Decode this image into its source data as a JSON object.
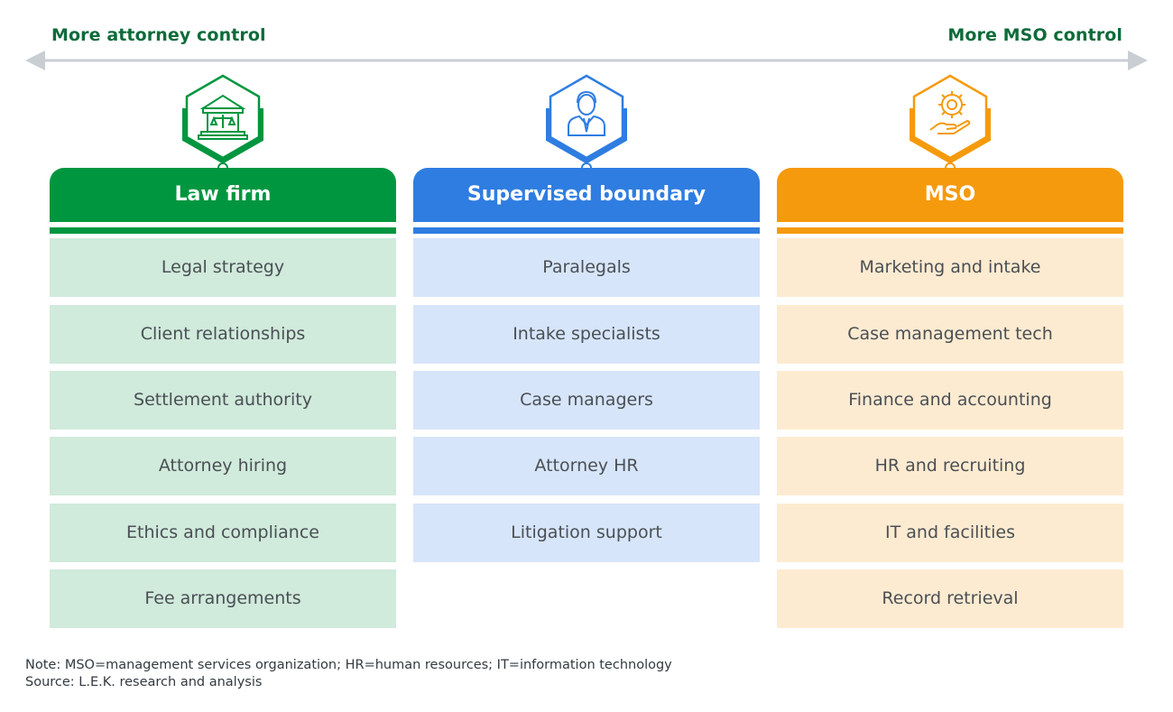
{
  "axis": {
    "left_label": "More attorney control",
    "right_label": "More MSO control",
    "line_color": "#c9ced3"
  },
  "columns": [
    {
      "title": "Law firm",
      "icon": "courthouse-icon",
      "color": "#00963f",
      "cell_color": "#d0eadb",
      "items": [
        "Legal strategy",
        "Client relationships",
        "Settlement authority",
        "Attorney hiring",
        "Ethics and compliance",
        "Fee arrangements"
      ]
    },
    {
      "title": "Supervised boundary",
      "icon": "person-icon",
      "color": "#2f7de1",
      "cell_color": "#d7e5fa",
      "items": [
        "Paralegals",
        "Intake specialists",
        "Case managers",
        "Attorney HR",
        "Litigation support"
      ]
    },
    {
      "title": "MSO",
      "icon": "gear-hand-icon",
      "color": "#f59a0c",
      "cell_color": "#fdebd1",
      "items": [
        "Marketing and intake",
        "Case management tech",
        "Finance and accounting",
        "HR and recruiting",
        "IT and facilities",
        "Record retrieval"
      ]
    }
  ],
  "notes": {
    "note": "Note: MSO=management services organization; HR=human resources; IT=information technology",
    "source": "Source: L.E.K. research and analysis"
  }
}
